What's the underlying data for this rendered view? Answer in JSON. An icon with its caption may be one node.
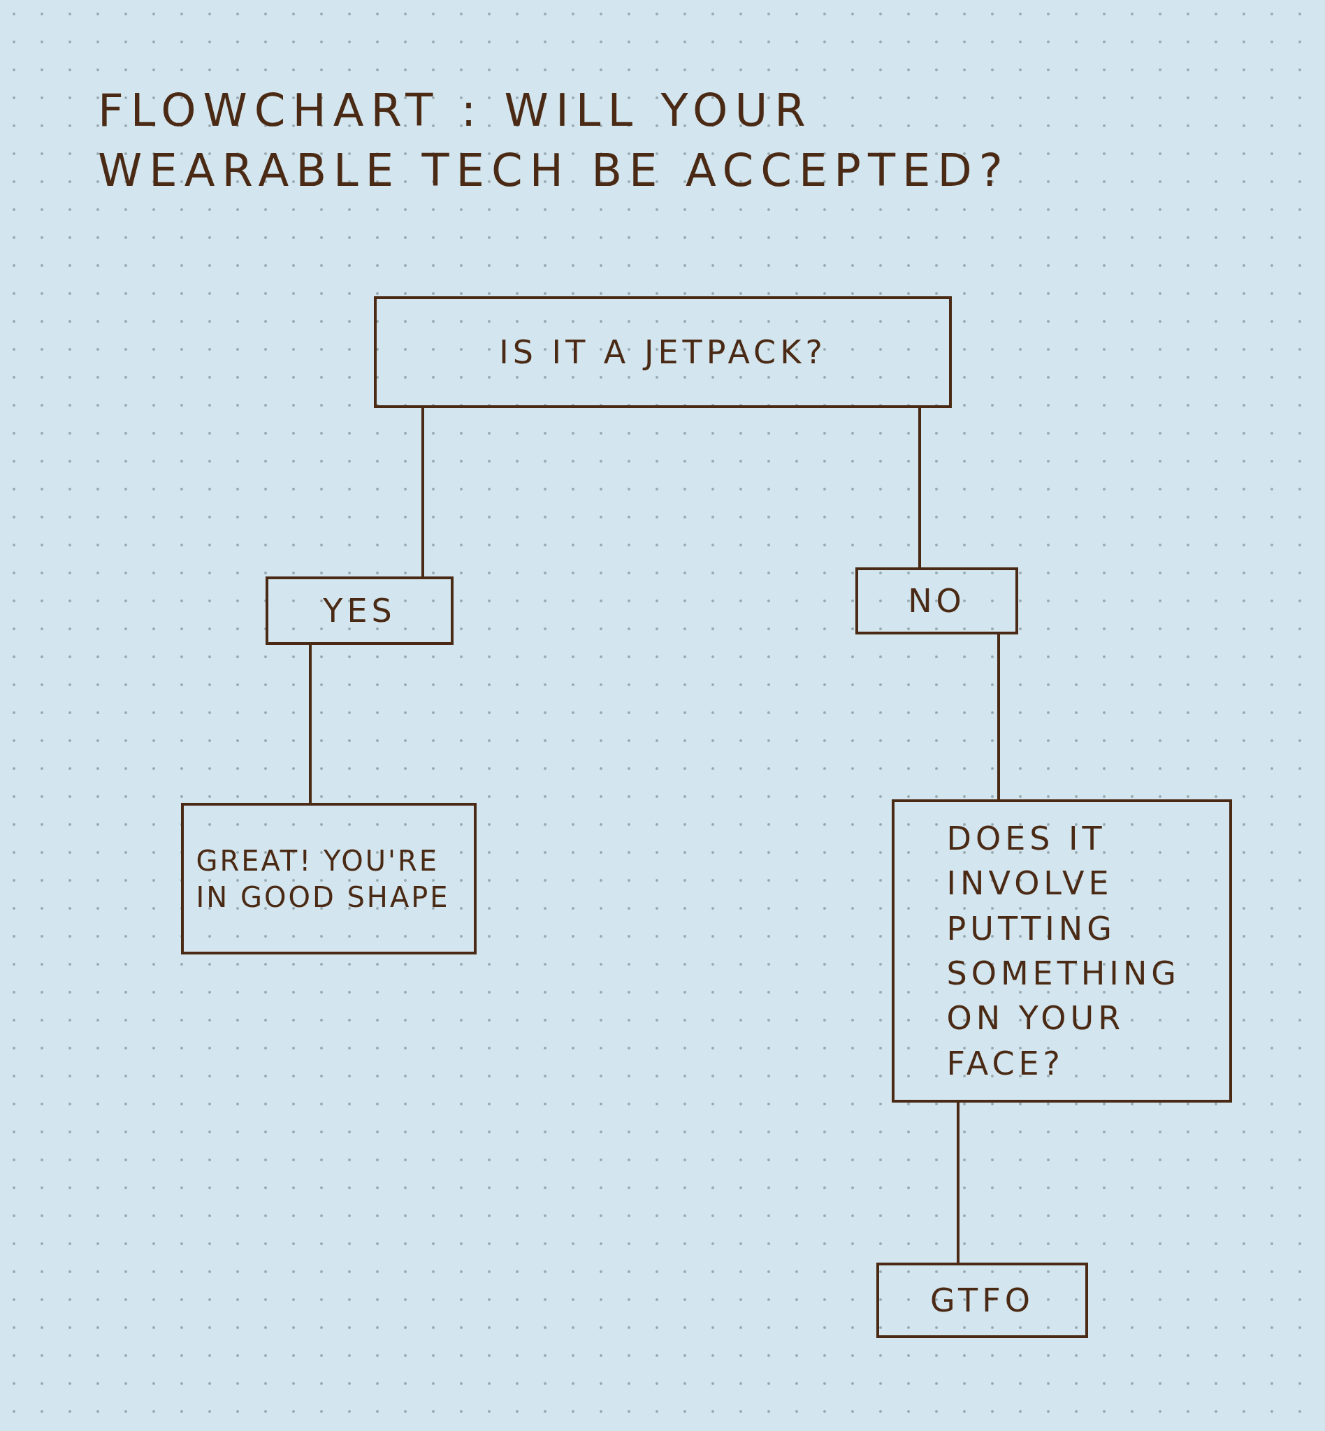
{
  "diagram": {
    "title": "FLOWCHART : WILL YOUR WEARABLE TECH BE ACCEPTED?",
    "nodes": [
      {
        "text": [
          "IS IT A JETPACK?"
        ]
      },
      {
        "text": [
          "YES"
        ]
      },
      {
        "text": [
          "NO"
        ]
      },
      {
        "text": [
          "GREAT! YOU'RE IN GOOD SHAPE"
        ]
      },
      {
        "text": [
          "DOES IT INVOLVE PUTTING SOMETHING ON YOUR FACE?"
        ]
      },
      {
        "text": [
          "GTFO"
        ]
      }
    ],
    "edges": [
      {
        "from": 0,
        "to": 1,
        "arrow": "none"
      },
      {
        "from": 0,
        "to": 2,
        "arrow": "none"
      },
      {
        "from": 1,
        "to": 3,
        "arrow": "none"
      },
      {
        "from": 2,
        "to": 4,
        "arrow": "none"
      },
      {
        "from": 4,
        "to": 5,
        "arrow": "none"
      }
    ]
  }
}
